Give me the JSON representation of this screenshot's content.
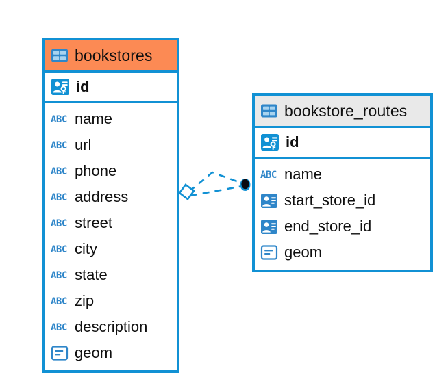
{
  "diagram": {
    "type": "entity-relationship-diagram",
    "background_color": "#ffffff",
    "accent_blue": "#1191d4",
    "accent_orange": "#fc8a54",
    "header_grey": "#e9e9e9"
  },
  "entities": [
    {
      "name": "bookstores",
      "header_color": "#fc8a54",
      "table_icon": "table-icon",
      "primary_key": {
        "label": "id",
        "icon": "primary-key-icon"
      },
      "fields": [
        {
          "label": "name",
          "icon": "abc-text-icon"
        },
        {
          "label": "url",
          "icon": "abc-text-icon"
        },
        {
          "label": "phone",
          "icon": "abc-text-icon"
        },
        {
          "label": "address",
          "icon": "abc-text-icon"
        },
        {
          "label": "street",
          "icon": "abc-text-icon"
        },
        {
          "label": "city",
          "icon": "abc-text-icon"
        },
        {
          "label": "state",
          "icon": "abc-text-icon"
        },
        {
          "label": "zip",
          "icon": "abc-text-icon"
        },
        {
          "label": "description",
          "icon": "abc-text-icon"
        },
        {
          "label": "geom",
          "icon": "geometry-icon"
        }
      ]
    },
    {
      "name": "bookstore_routes",
      "header_color": "#e9e9e9",
      "table_icon": "table-icon",
      "primary_key": {
        "label": "id",
        "icon": "primary-key-icon"
      },
      "fields": [
        {
          "label": "name",
          "icon": "abc-text-icon"
        },
        {
          "label": "start_store_id",
          "icon": "foreign-key-icon"
        },
        {
          "label": "end_store_id",
          "icon": "foreign-key-icon"
        },
        {
          "label": "geom",
          "icon": "geometry-icon"
        }
      ]
    }
  ],
  "relationship": {
    "source_marker": "diamond-marker",
    "target_marker": "filled-circle-marker",
    "line_style": "dashed",
    "line_color": "#1191d4"
  }
}
